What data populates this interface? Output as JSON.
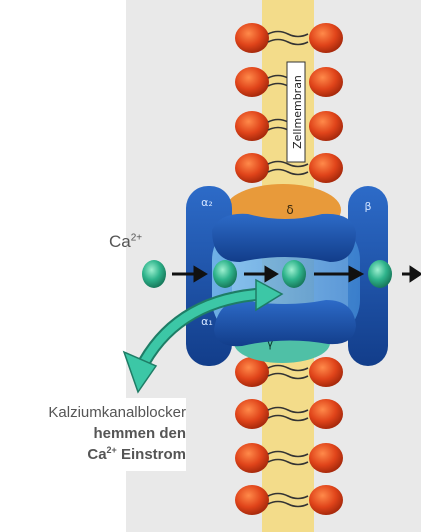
{
  "membrane": {
    "label": "Zellmembran"
  },
  "ion": {
    "symbol": "Ca",
    "charge": "2+"
  },
  "subunits": {
    "alpha2": "α₂",
    "delta": "δ",
    "beta": "β",
    "alpha1": "α₁",
    "gamma": "γ"
  },
  "caption": {
    "line1": "Kalziumkanalblocker",
    "line2": "hemmen den",
    "line3_symbol": "Ca",
    "line3_charge": "2+",
    "line3_rest": " Einstrom"
  },
  "colors": {
    "lipid_head": "#e0441a",
    "membrane_core": "#f3dc8a",
    "channel_blue": "#1a4fa8",
    "channel_light": "#5aa2e0",
    "delta_orange": "#e89a3a",
    "gamma_teal": "#4fc0a6",
    "ion_green": "#2fb48c",
    "blocker_arrow": "#3cc7a6"
  }
}
